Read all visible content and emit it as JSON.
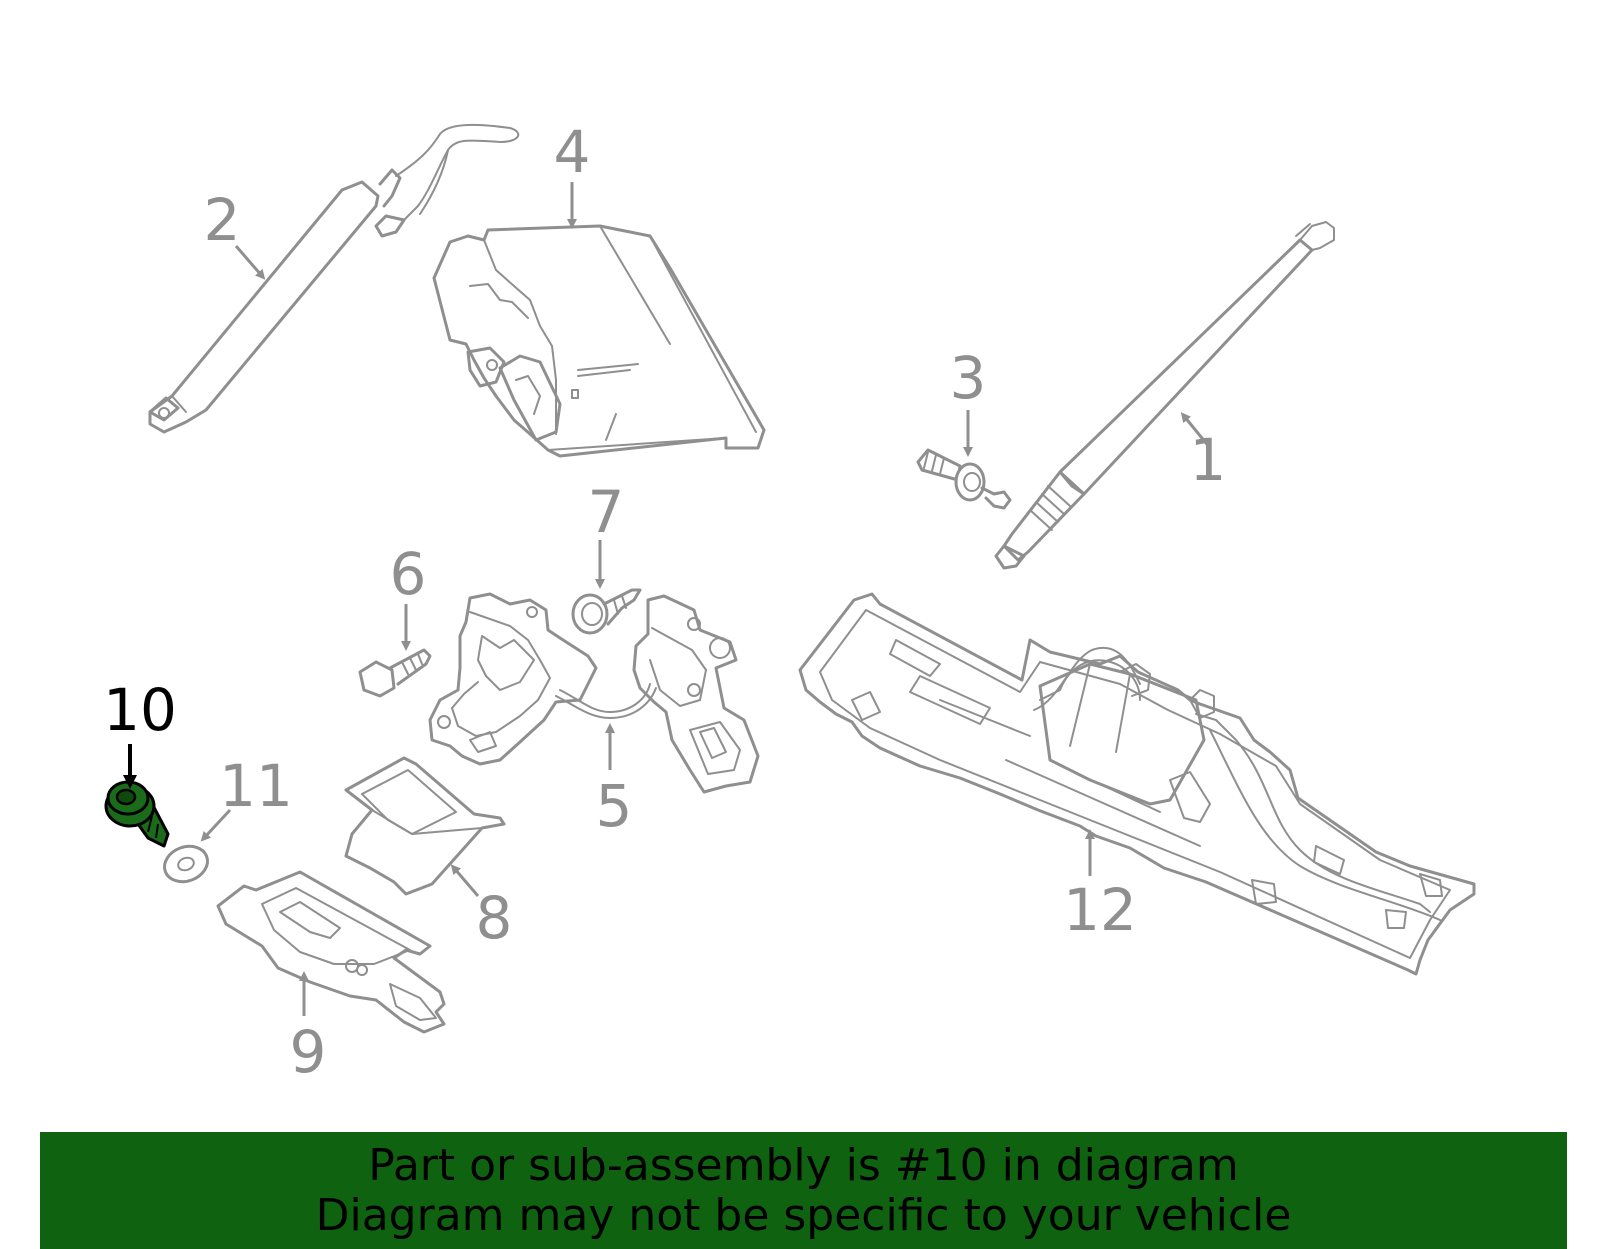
{
  "colors": {
    "line_gray": "#8f8f8f",
    "highlight_part": "#1a6b1a",
    "banner_bg": "#0f620f",
    "banner_text": "#000000"
  },
  "callouts": {
    "c1": "1",
    "c2": "2",
    "c3": "3",
    "c4": "4",
    "c5": "5",
    "c6": "6",
    "c7": "7",
    "c8": "8",
    "c9": "9",
    "c10": "10",
    "c11": "11",
    "c12": "12"
  },
  "highlighted_callout": "10",
  "banner": {
    "line1": "Part or sub-assembly is #10 in diagram",
    "line2": "Diagram may not be specific to your vehicle"
  }
}
